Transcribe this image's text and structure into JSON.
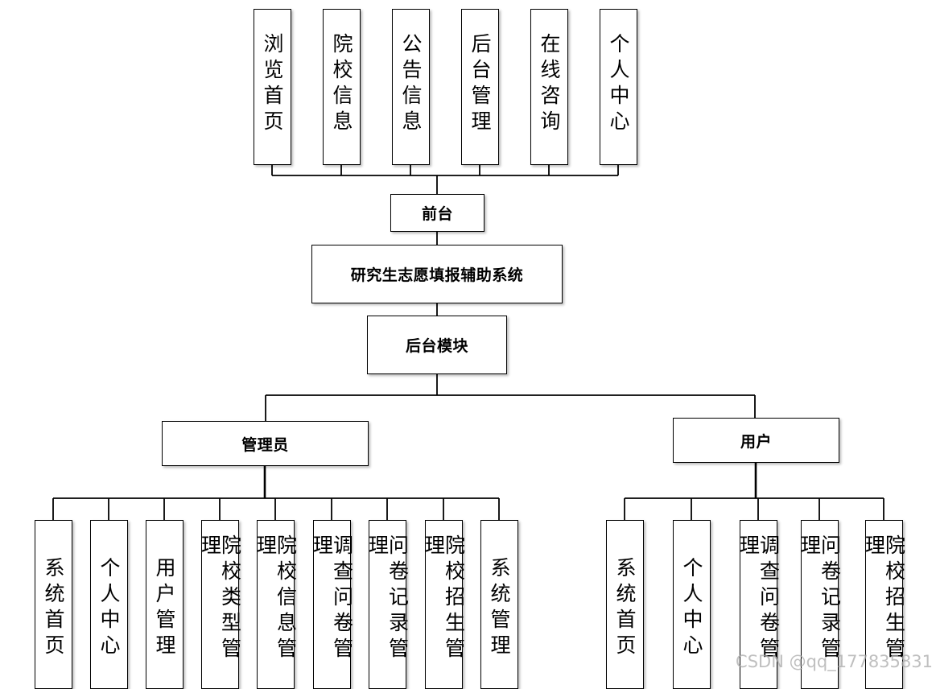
{
  "frontend": {
    "items": [
      "浏览首页",
      "院校信息",
      "公告信息",
      "后台管理",
      "在线咨询",
      "个人中心"
    ],
    "label": "前台"
  },
  "system": {
    "title": "研究生志愿填报辅助系统"
  },
  "backend": {
    "label": "后台模块",
    "admin": {
      "label": "管理员",
      "items": [
        "系统首页",
        "个人中心",
        "用户管理",
        "院校类型管理",
        "院校信息管理",
        "调查问卷管理",
        "问卷记录管理",
        "院校招生管理",
        "系统管理"
      ]
    },
    "user": {
      "label": "用户",
      "items": [
        "系统首页",
        "个人中心",
        "调查问卷管理",
        "问卷记录管理",
        "院校招生管理"
      ]
    }
  },
  "watermark": "CSDN @qq_177835831"
}
